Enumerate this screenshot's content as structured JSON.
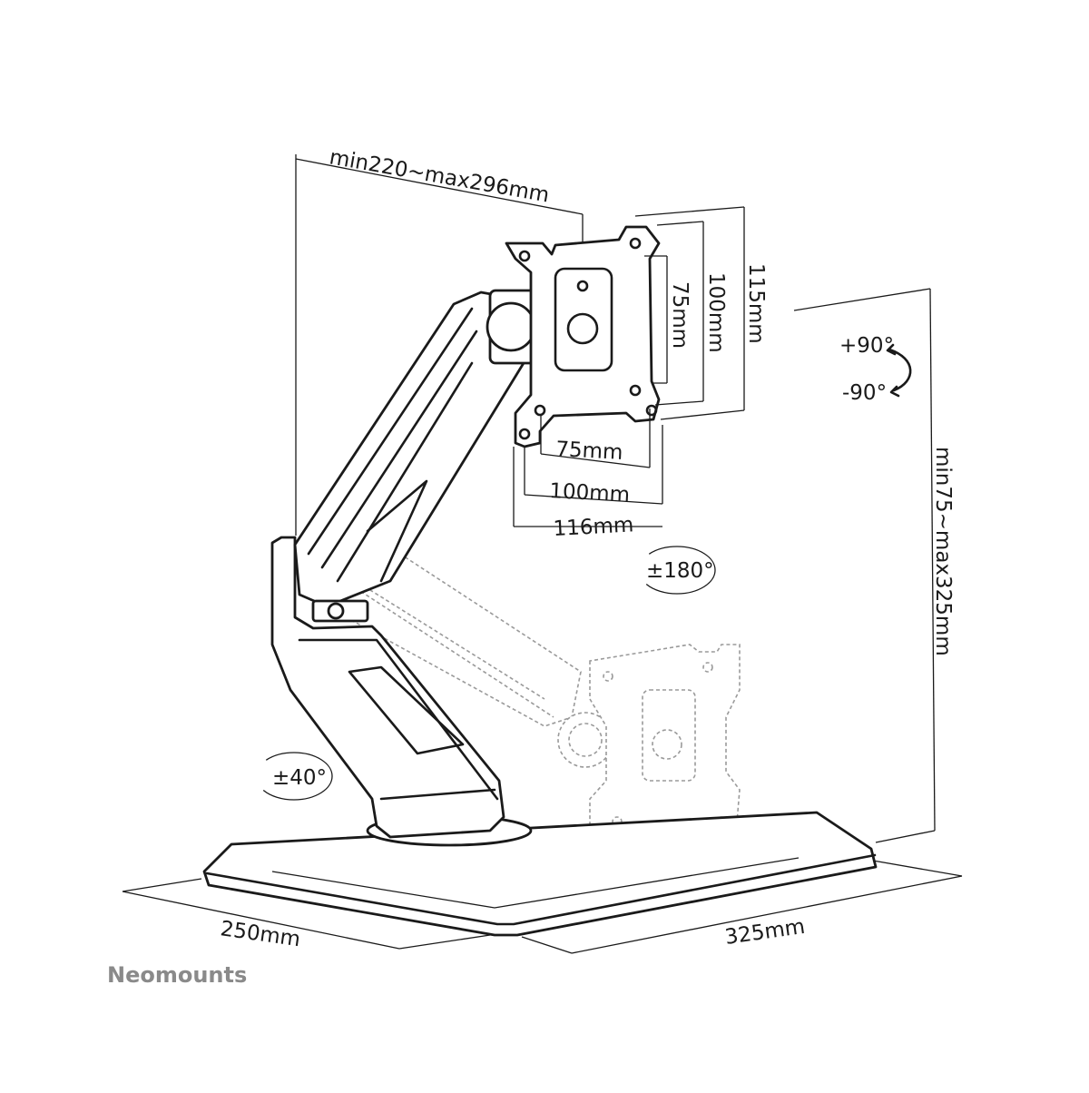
{
  "brand": "Neomounts",
  "dimensions": {
    "arm_reach": "min220~max296mm",
    "vesa_w_75": "75mm",
    "vesa_w_100": "100mm",
    "plate_width": "116mm",
    "vesa_h_75": "75mm",
    "vesa_h_100": "100mm",
    "plate_height": "115mm",
    "height_range": "min75~max325mm",
    "base_depth": "250mm",
    "base_width": "325mm"
  },
  "rotations": {
    "tilt_up": "+90°",
    "tilt_down": "-90°",
    "rotation": "±180°",
    "swivel": "±40°"
  }
}
